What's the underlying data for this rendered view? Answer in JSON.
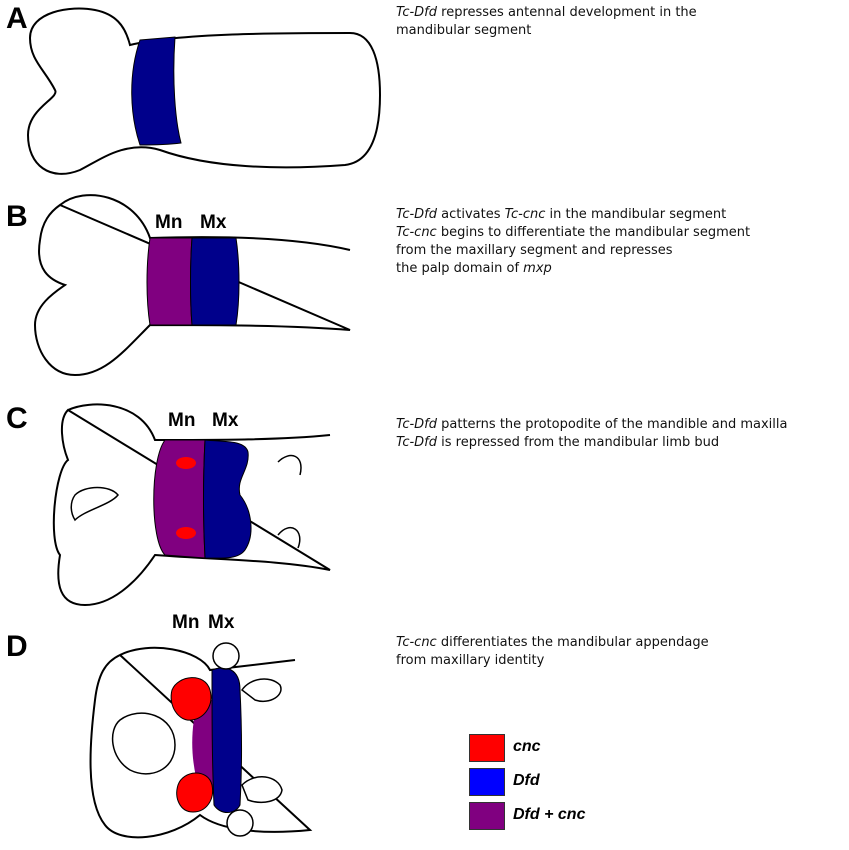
{
  "panels": [
    {
      "letter": "A",
      "caption": [
        {
          "italic": "Tc-Dfd",
          "text": " represses antennal development in the"
        },
        {
          "italic": "",
          "text": "mandibular segment"
        }
      ]
    },
    {
      "letter": "B",
      "segment_labels": {
        "mn": "Mn",
        "mx": "Mx"
      },
      "caption": [
        {
          "italic": "Tc-Dfd",
          "text": " activates ",
          "italic2": "Tc-cnc",
          "text2": " in the mandibular segment"
        },
        {
          "italic": "Tc-cnc",
          "text": " begins to differentiate the mandibular segment"
        },
        {
          "italic": "",
          "text": "from the maxillary segment and represses"
        },
        {
          "italic": "",
          "text": "the palp domain of ",
          "italic2": "mxp",
          "text2": ""
        }
      ]
    },
    {
      "letter": "C",
      "segment_labels": {
        "mn": "Mn",
        "mx": "Mx"
      },
      "caption": [
        {
          "italic": "Tc-Dfd",
          "text": " patterns the protopodite of the mandible and maxilla"
        },
        {
          "italic": "Tc-Dfd",
          "text": " is repressed from the mandibular limb bud"
        }
      ]
    },
    {
      "letter": "D",
      "segment_labels": {
        "mn": "Mn",
        "mx": "Mx"
      },
      "caption": [
        {
          "italic": "Tc-cnc",
          "text": " differentiates the mandibular appendage"
        },
        {
          "italic": "",
          "text": "from maxillary identity"
        }
      ]
    }
  ],
  "legend": [
    {
      "label": "cnc",
      "color": "#ff0000"
    },
    {
      "label": "Dfd",
      "color": "#0000ff"
    },
    {
      "label": "Dfd + cnc",
      "color": "#800080"
    }
  ],
  "colors": {
    "dfd_fill": "#00008b",
    "mn_fill": "#800080",
    "cnc_fill": "#ff0000",
    "outline": "#000000"
  }
}
